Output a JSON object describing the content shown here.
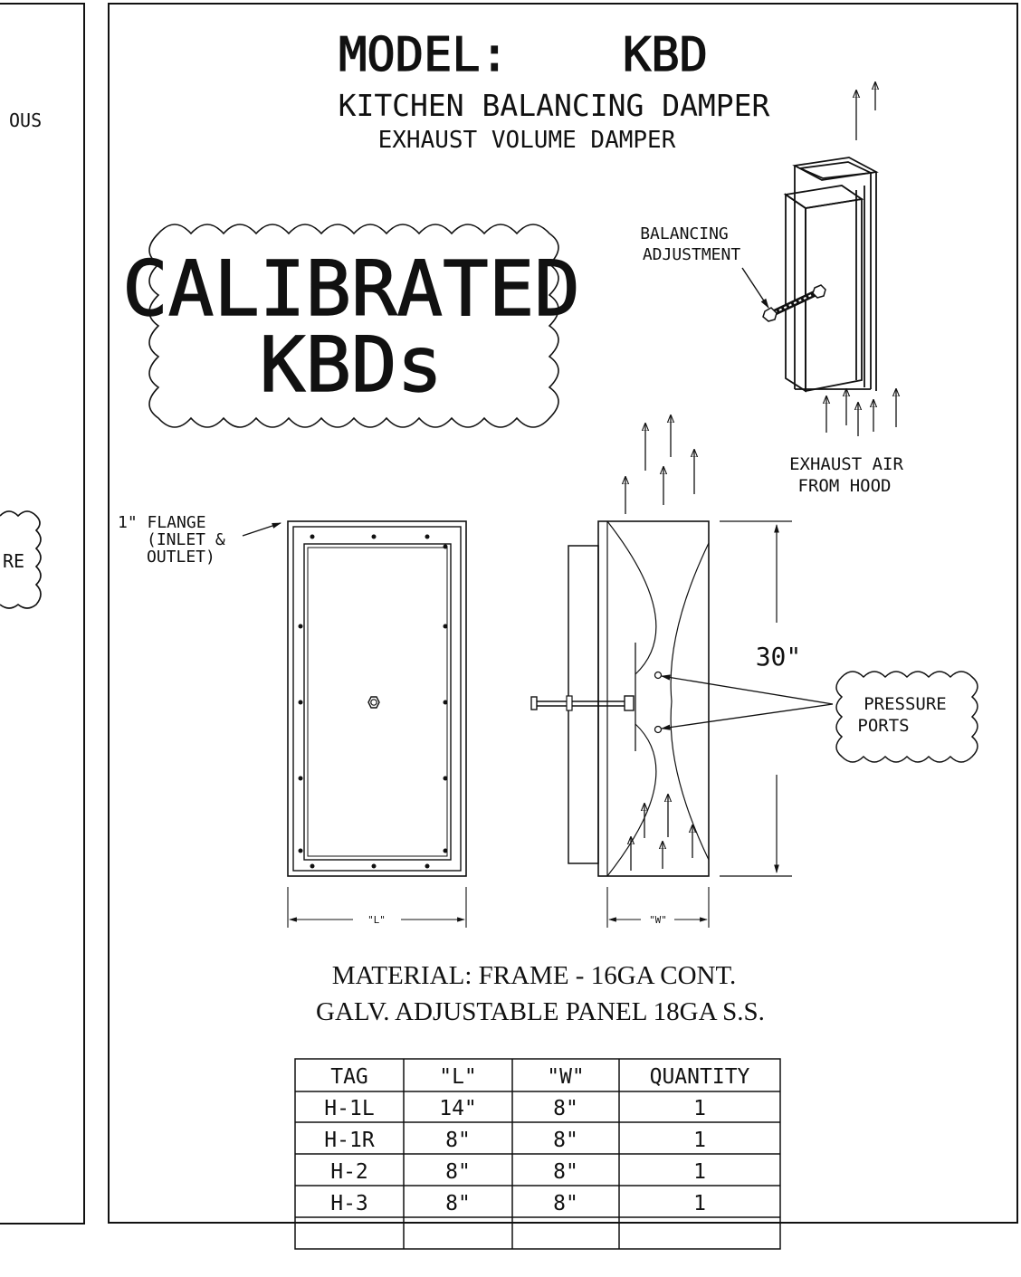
{
  "title": {
    "model_label": "MODEL:",
    "model_code": "KBD",
    "subtitle_1": "KITCHEN BALANCING DAMPER",
    "subtitle_2": "EXHAUST VOLUME DAMPER"
  },
  "left_panel": {
    "fragment_1": "OUS",
    "fragment_2": "RE"
  },
  "callout": {
    "line_1": "CALIBRATED",
    "line_2": "KBDs"
  },
  "labels": {
    "balancing_1": "BALANCING",
    "balancing_2": "ADJUSTMENT",
    "exhaust_1": "EXHAUST AIR",
    "exhaust_2": "FROM HOOD",
    "flange_1": "1\" FLANGE",
    "flange_2": "(INLET &",
    "flange_3": "OUTLET)",
    "height_dim": "30\"",
    "l_dim": "\"L\"",
    "w_dim": "\"W\"",
    "pressure_1": "PRESSURE",
    "pressure_2": "PORTS"
  },
  "material": {
    "line_1": "MATERIAL: FRAME - 16GA CONT.",
    "line_2": "GALV. ADJUSTABLE PANEL 18GA S.S."
  },
  "schedule": {
    "headers": [
      "TAG",
      "\"L\"",
      "\"W\"",
      "QUANTITY"
    ],
    "rows": [
      [
        "H-1L",
        "14\"",
        "8\"",
        "1"
      ],
      [
        "H-1R",
        "8\"",
        "8\"",
        "1"
      ],
      [
        "H-2",
        "8\"",
        "8\"",
        "1"
      ],
      [
        "H-3",
        "8\"",
        "8\"",
        "1"
      ]
    ]
  }
}
